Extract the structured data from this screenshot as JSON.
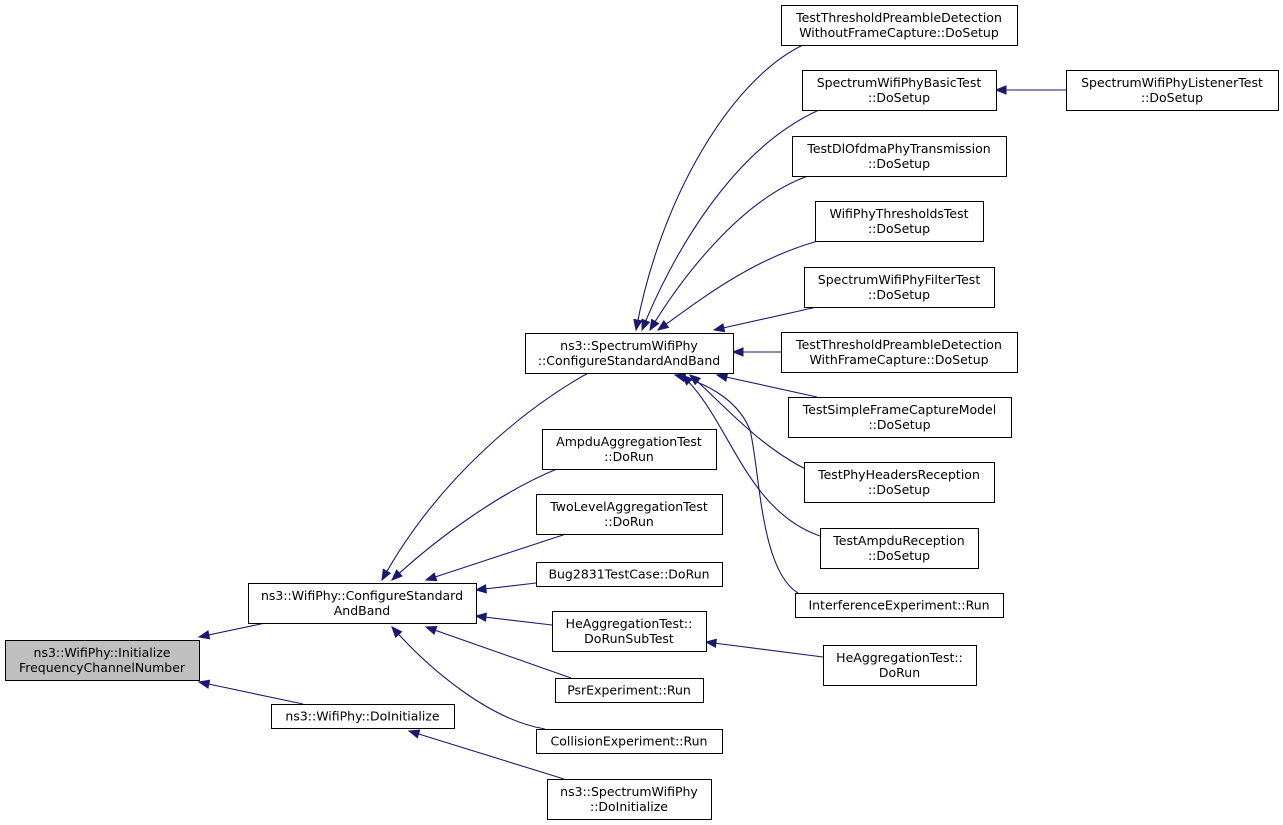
{
  "colors": {
    "edge": "#191970",
    "root_fill": "#bfbfbf",
    "node_fill": "#ffffff",
    "node_stroke": "#000000"
  },
  "nodes": [
    {
      "id": "root",
      "lines": [
        "ns3::WifiPhy::Initialize",
        "FrequencyChannelNumber"
      ],
      "highlight": true
    },
    {
      "id": "wp_csab",
      "lines": [
        "ns3::WifiPhy::ConfigureStandard",
        "AndBand"
      ]
    },
    {
      "id": "wp_doinit",
      "lines": [
        "ns3::WifiPhy::DoInitialize"
      ]
    },
    {
      "id": "swp_csab",
      "lines": [
        "ns3::SpectrumWifiPhy",
        "::ConfigureStandardAndBand"
      ]
    },
    {
      "id": "ampdu",
      "lines": [
        "AmpduAggregationTest",
        "::DoRun"
      ]
    },
    {
      "id": "twolevel",
      "lines": [
        "TwoLevelAggregationTest",
        "::DoRun"
      ]
    },
    {
      "id": "bug2831",
      "lines": [
        "Bug2831TestCase::DoRun"
      ]
    },
    {
      "id": "heagg_sub",
      "lines": [
        "HeAggregationTest::",
        "DoRunSubTest"
      ]
    },
    {
      "id": "psr",
      "lines": [
        "PsrExperiment::Run"
      ]
    },
    {
      "id": "collision",
      "lines": [
        "CollisionExperiment::Run"
      ]
    },
    {
      "id": "swp_doinit",
      "lines": [
        "ns3::SpectrumWifiPhy",
        "::DoInitialize"
      ]
    },
    {
      "id": "heagg_run",
      "lines": [
        "HeAggregationTest::",
        "DoRun"
      ]
    },
    {
      "id": "ttpd_wo",
      "lines": [
        "TestThresholdPreambleDetection",
        "WithoutFrameCapture::DoSetup"
      ]
    },
    {
      "id": "swpbasic",
      "lines": [
        "SpectrumWifiPhyBasicTest",
        "::DoSetup"
      ]
    },
    {
      "id": "swplistener",
      "lines": [
        "SpectrumWifiPhyListenerTest",
        "::DoSetup"
      ]
    },
    {
      "id": "tdlofdma",
      "lines": [
        "TestDlOfdmaPhyTransmission",
        "::DoSetup"
      ]
    },
    {
      "id": "wpthresh",
      "lines": [
        "WifiPhyThresholdsTest",
        "::DoSetup"
      ]
    },
    {
      "id": "swpfilter",
      "lines": [
        "SpectrumWifiPhyFilterTest",
        "::DoSetup"
      ]
    },
    {
      "id": "ttpd_w",
      "lines": [
        "TestThresholdPreambleDetection",
        "WithFrameCapture::DoSetup"
      ]
    },
    {
      "id": "tsfcm",
      "lines": [
        "TestSimpleFrameCaptureModel",
        "::DoSetup"
      ]
    },
    {
      "id": "tphr",
      "lines": [
        "TestPhyHeadersReception",
        "::DoSetup"
      ]
    },
    {
      "id": "tampdu",
      "lines": [
        "TestAmpduReception",
        "::DoSetup"
      ]
    },
    {
      "id": "interf",
      "lines": [
        "InterferenceExperiment::Run"
      ]
    }
  ],
  "edges": [
    {
      "from": "wp_csab",
      "to": "root"
    },
    {
      "from": "wp_doinit",
      "to": "root"
    },
    {
      "from": "swp_csab",
      "to": "wp_csab"
    },
    {
      "from": "ampdu",
      "to": "wp_csab"
    },
    {
      "from": "twolevel",
      "to": "wp_csab"
    },
    {
      "from": "bug2831",
      "to": "wp_csab"
    },
    {
      "from": "heagg_sub",
      "to": "wp_csab"
    },
    {
      "from": "psr",
      "to": "wp_csab"
    },
    {
      "from": "collision",
      "to": "wp_csab"
    },
    {
      "from": "swp_doinit",
      "to": "wp_doinit"
    },
    {
      "from": "heagg_run",
      "to": "heagg_sub"
    },
    {
      "from": "ttpd_wo",
      "to": "swp_csab"
    },
    {
      "from": "swpbasic",
      "to": "swp_csab"
    },
    {
      "from": "swplistener",
      "to": "swpbasic"
    },
    {
      "from": "tdlofdma",
      "to": "swp_csab"
    },
    {
      "from": "wpthresh",
      "to": "swp_csab"
    },
    {
      "from": "swpfilter",
      "to": "swp_csab"
    },
    {
      "from": "ttpd_w",
      "to": "swp_csab"
    },
    {
      "from": "tsfcm",
      "to": "swp_csab"
    },
    {
      "from": "tphr",
      "to": "swp_csab"
    },
    {
      "from": "tampdu",
      "to": "swp_csab"
    },
    {
      "from": "interf",
      "to": "swp_csab"
    }
  ]
}
